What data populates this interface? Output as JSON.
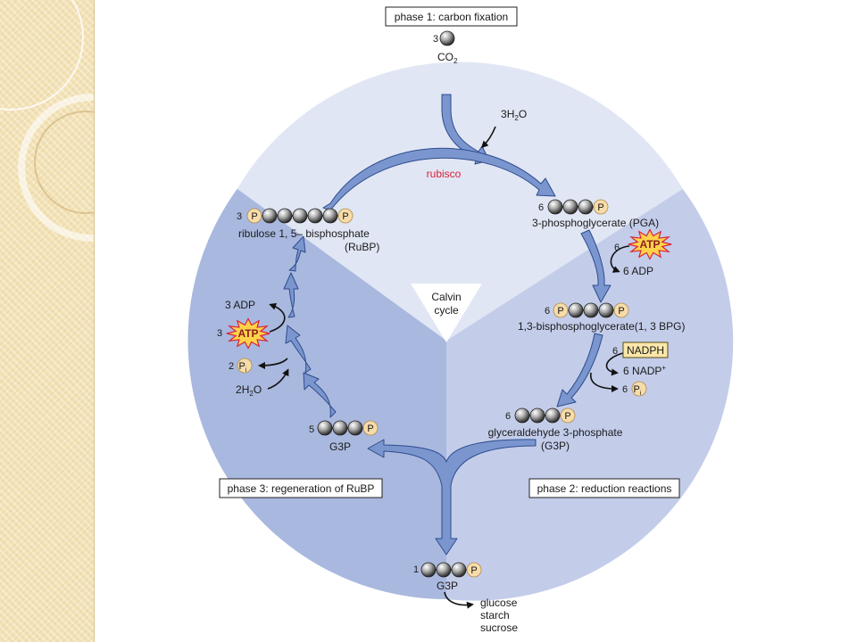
{
  "phases": {
    "p1": "phase 1: carbon fixation",
    "p2": "phase 2: reduction reactions",
    "p3": "phase 3: regeneration of RuBP"
  },
  "center": {
    "line1": "Calvin",
    "line2": "cycle"
  },
  "co2": {
    "count": "3",
    "label": "CO",
    "sub": "2"
  },
  "water_top": {
    "count": "3",
    "label": "H",
    "sub": "2",
    "tail": "O"
  },
  "enzyme": "rubisco",
  "pga": {
    "count": "6",
    "label": "3-phosphoglycerate (PGA)"
  },
  "atp_right": {
    "count": "6",
    "label": "ATP"
  },
  "adp_right": {
    "count": "6",
    "label": "ADP"
  },
  "bpg": {
    "count": "6",
    "label": "1,3-bisphosphoglycerate(1, 3 BPG)"
  },
  "nadph": {
    "count": "6",
    "label": "NADPH"
  },
  "nadp": {
    "count": "6",
    "label": "NADP",
    "sup": "+"
  },
  "pi_right": {
    "count": "6",
    "label": "P",
    "sub": "i"
  },
  "g3p_right": {
    "count": "6",
    "line1": "glyceraldehyde 3-phosphate",
    "line2": "(G3P)"
  },
  "g3p_left": {
    "count": "5",
    "label": "G3P"
  },
  "g3p_out": {
    "count": "1",
    "label": "G3P"
  },
  "products": [
    "glucose",
    "starch",
    "sucrose"
  ],
  "rubp": {
    "count": "3",
    "line1": "ribulose 1, 5– bisphosphate",
    "line2": "(RuBP)"
  },
  "adp_left": {
    "count": "3",
    "label": "ADP"
  },
  "atp_left": {
    "count": "3",
    "label": "ATP"
  },
  "pi_left": {
    "count": "2",
    "label": "P",
    "sub": "i"
  },
  "water_left": {
    "count": "2",
    "label": "H",
    "sub": "2",
    "tail": "O"
  },
  "phosphate": "P",
  "colors": {
    "sector_top": "#e1e6f4",
    "sector_right": "#c3cdea",
    "sector_left": "#a9b8de",
    "arrow_fill": "#7b96cf",
    "arrow_stroke": "#2d4c8c",
    "phosphate": "#f6dcaa",
    "enzyme": "#d8213a"
  }
}
